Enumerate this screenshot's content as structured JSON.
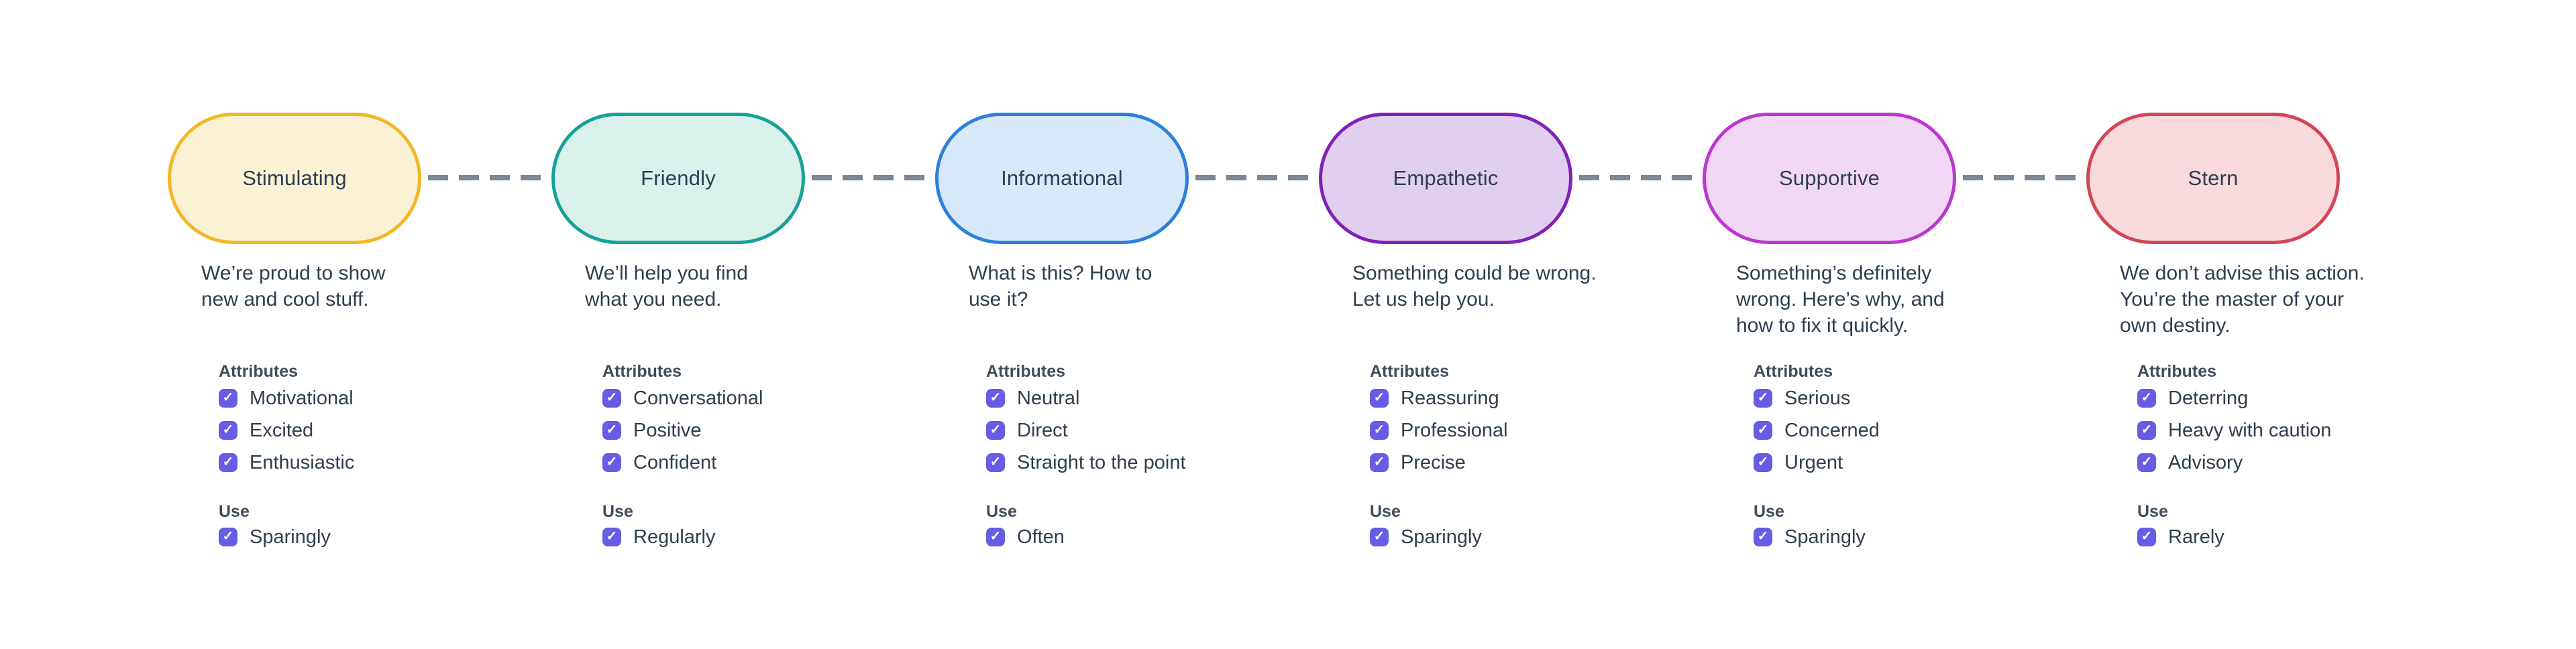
{
  "diagram": {
    "labels": {
      "attributes": "Attributes",
      "use": "Use"
    },
    "checkmark_glyph": "✓",
    "connector_color": "#7B8794",
    "checkbox_color": "#675CE5",
    "tones": [
      {
        "name": "Stimulating",
        "border_color": "#F2B824",
        "fill_color": "#FBF1D5",
        "description_lines": [
          "We’re proud to show",
          "new and cool stuff."
        ],
        "attributes": [
          "Motivational",
          "Excited",
          "Enthusiastic"
        ],
        "use": "Sparingly"
      },
      {
        "name": "Friendly",
        "border_color": "#16A296",
        "fill_color": "#D9F0EB",
        "description_lines": [
          "We’ll help you find",
          "what you need."
        ],
        "attributes": [
          "Conversational",
          "Positive",
          "Confident"
        ],
        "use": "Regularly"
      },
      {
        "name": "Informational",
        "border_color": "#2D7FD9",
        "fill_color": "#D7E8F8",
        "description_lines": [
          "What is this? How to",
          "use it?"
        ],
        "attributes": [
          "Neutral",
          "Direct",
          "Straight to the point"
        ],
        "use": "Often"
      },
      {
        "name": "Empathetic",
        "border_color": "#8021B8",
        "fill_color": "#E0CFEF",
        "description_lines": [
          "Something could be wrong.",
          "Let us help you."
        ],
        "attributes": [
          "Reassuring",
          "Professional",
          "Precise"
        ],
        "use": "Sparingly"
      },
      {
        "name": "Supportive",
        "border_color": "#BB38CE",
        "fill_color": "#F0D8F4",
        "description_lines": [
          "Something’s definitely",
          "wrong. Here’s why, and",
          "how to fix it quickly."
        ],
        "attributes": [
          "Serious",
          "Concerned",
          "Urgent"
        ],
        "use": "Sparingly"
      },
      {
        "name": "Stern",
        "border_color": "#D24656",
        "fill_color": "#F8D9DC",
        "description_lines": [
          "We don’t advise this action.",
          "You’re the master of your",
          "own destiny."
        ],
        "attributes": [
          "Deterring",
          "Heavy with caution",
          "Advisory"
        ],
        "use": "Rarely"
      }
    ]
  }
}
